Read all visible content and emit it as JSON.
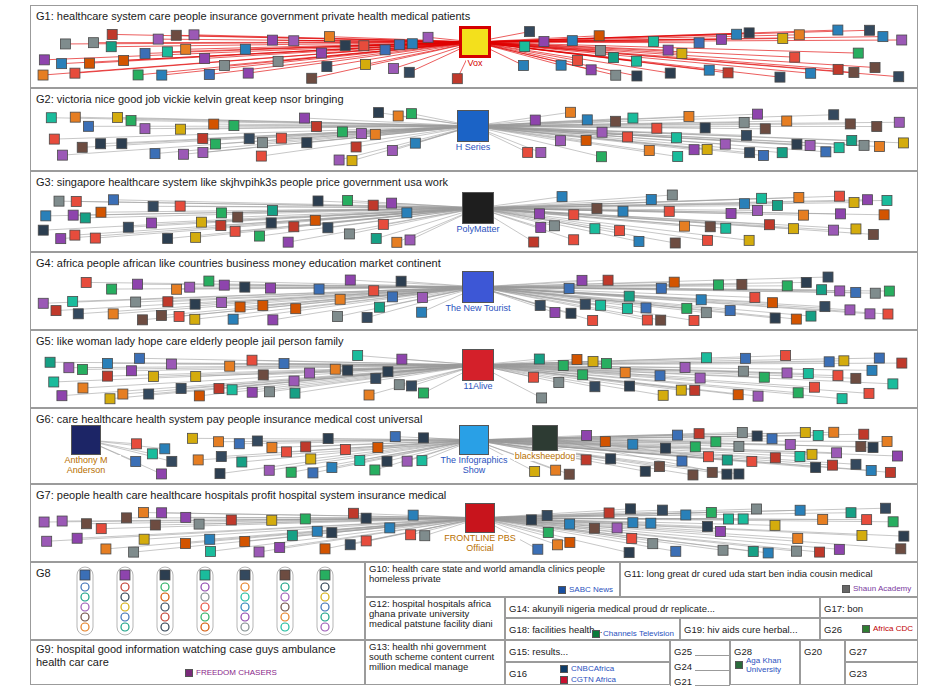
{
  "diagram": {
    "nodes": [
      {
        "text": [
          "G1: healthcare system care people insurance government private health medical patients"
        ]
      },
      {
        "text": [
          "Vox"
        ],
        "in": 0
      },
      {
        "text": [
          "G2: victoria nice good job vickie kelvin great keep nsor bringing"
        ]
      },
      {
        "text": [
          "H Series"
        ],
        "in": 2
      },
      {
        "text": [
          "G3: singapore healthcare system like skjhvpihk3s people price government usa work"
        ]
      },
      {
        "text": [
          "PolyMatter"
        ],
        "in": 4
      },
      {
        "text": [
          "G4: africa people african like countries business money education market continent"
        ]
      },
      {
        "text": [
          "The New Tourist"
        ],
        "in": 6
      },
      {
        "text": [
          "G5: like woman lady hope care elderly people jail person family"
        ]
      },
      {
        "text": [
          "11Alive"
        ],
        "in": 8
      },
      {
        "text": [
          "G6: care healthcare health system pay people insurance medical cost universal"
        ]
      },
      {
        "text": [
          "Anthony M Anderson"
        ],
        "in": 10
      },
      {
        "text": [
          "The Infographics Show"
        ],
        "in": 10
      },
      {
        "text": [
          "blacksheepdog"
        ],
        "in": 10
      },
      {
        "text": [
          "G7: people health care healthcare hospitals profit hospital system insurance medical"
        ]
      },
      {
        "text": [
          "FRONTLINE PBS Official"
        ],
        "in": 14
      },
      {
        "text": [
          "G8"
        ]
      },
      {
        "text": [
          "G9: hospital good information watching case guys ambulance health car care"
        ]
      },
      {
        "text": [
          "FREEDOM CHASERS"
        ],
        "in": 17
      },
      {
        "text": [
          "G10: health care state and world amandla clinics people homeless private"
        ]
      },
      {
        "text": [
          "SABC News"
        ],
        "in": 19
      },
      {
        "text": [
          "G11: long great dr cured uda start ben india cousin medical"
        ]
      },
      {
        "text": [
          "Shaun Academy"
        ],
        "in": 21
      },
      {
        "text": [
          "G12: hospital hospitals africa ghana private university medical patstune facility diani"
        ]
      },
      {
        "text": [
          "G13: health nhi government south scheme content current million medical manage"
        ]
      },
      {
        "text": [
          "G14: akunyili nigeria medical proud dr replicate..."
        ]
      },
      {
        "text": [
          "G17: bon"
        ]
      },
      {
        "text": [
          "G18: facilities health..."
        ]
      },
      {
        "text": [
          "Channels Television"
        ],
        "in": 27
      },
      {
        "text": [
          "G19: hiv aids cure herbal..."
        ]
      },
      {
        "text": [
          "G26"
        ]
      },
      {
        "text": [
          "Africa CDC"
        ],
        "in": 30
      },
      {
        "text": [
          "G15: results..."
        ]
      },
      {
        "text": [
          "G16"
        ]
      },
      {
        "text": [
          "CNBCAfrica"
        ],
        "in": 33
      },
      {
        "text": [
          "CGTN Africa"
        ],
        "in": 33
      },
      {
        "text": [
          "G25"
        ]
      },
      {
        "text": [
          "G28"
        ]
      },
      {
        "text": [
          "Aga Khan University"
        ],
        "in": 37
      },
      {
        "text": [
          "G24"
        ]
      },
      {
        "text": [
          "G20"
        ]
      },
      {
        "text": [
          "G27"
        ]
      },
      {
        "text": [
          "G21"
        ]
      },
      {
        "text": [
          "G23"
        ]
      }
    ]
  }
}
